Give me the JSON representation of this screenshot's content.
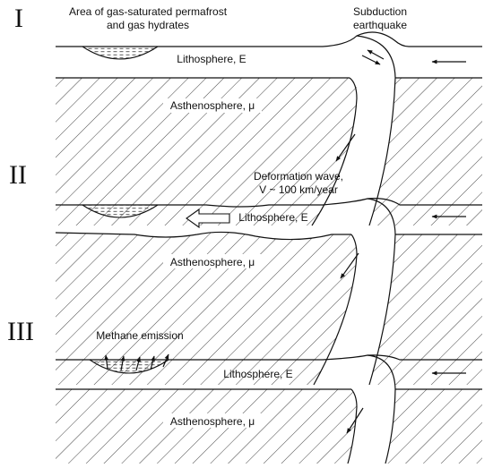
{
  "panels": [
    {
      "numeral": "I",
      "lithosphere_label": "Lithosphere, E",
      "asthenosphere_label": "Asthenosphere, μ",
      "annotations": [
        {
          "id": "permafrost",
          "lines": [
            "Area of gas-saturated permafrost",
            "and gas hydrates"
          ]
        },
        {
          "id": "earthquake",
          "lines": [
            "Subduction",
            "earthquake"
          ]
        }
      ]
    },
    {
      "numeral": "II",
      "lithosphere_label": "Lithosphere, E",
      "asthenosphere_label": "Asthenosphere, μ",
      "annotations": [
        {
          "id": "wave",
          "lines": [
            "Deformation wave,",
            "V ~ 100 km/year"
          ]
        }
      ]
    },
    {
      "numeral": "III",
      "lithosphere_label": "Lithosphere, E",
      "asthenosphere_label": "Asthenosphere, μ",
      "annotations": [
        {
          "id": "methane",
          "lines": [
            "Methane emission"
          ]
        }
      ]
    }
  ]
}
